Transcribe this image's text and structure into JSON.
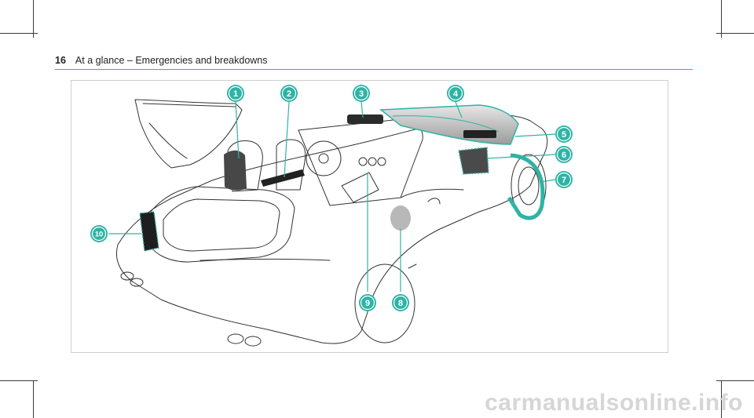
{
  "header": {
    "page_number": "16",
    "title": "At a glance – Emergencies and breakdowns"
  },
  "figure": {
    "callouts": [
      "1",
      "2",
      "3",
      "4",
      "5",
      "6",
      "7",
      "8",
      "9",
      "10"
    ],
    "accent_color": "#2fb3a5"
  },
  "watermark": "carmanualsonline.info"
}
